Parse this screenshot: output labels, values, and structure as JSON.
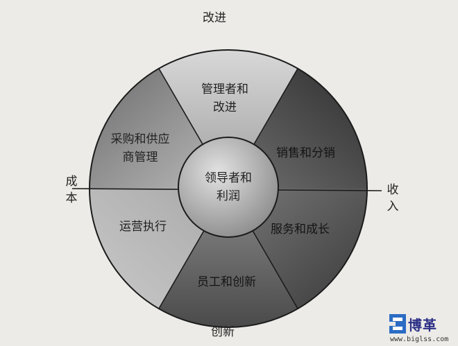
{
  "outer_labels": {
    "top": "改进",
    "bottom": "创新",
    "left": "成本",
    "right": "收入"
  },
  "center_text": "领导者和利润",
  "segments": {
    "top": "管理者和改进",
    "upper_left": "采购和供应商管理",
    "upper_right": "销售和分销",
    "lower_left": "运营执行",
    "lower_right": "服务和成长",
    "bottom": "员工和创新"
  },
  "logo": {
    "brand": "博革",
    "url": "www.biglss.com",
    "accent_color": "#2b6cc4",
    "brand_color": "#2b2f86"
  },
  "colors": {
    "background": "#ecebe7",
    "segment_dark": "#5c5c5c",
    "segment_light": "#c9c9c9",
    "line": "#1b1b1b"
  }
}
